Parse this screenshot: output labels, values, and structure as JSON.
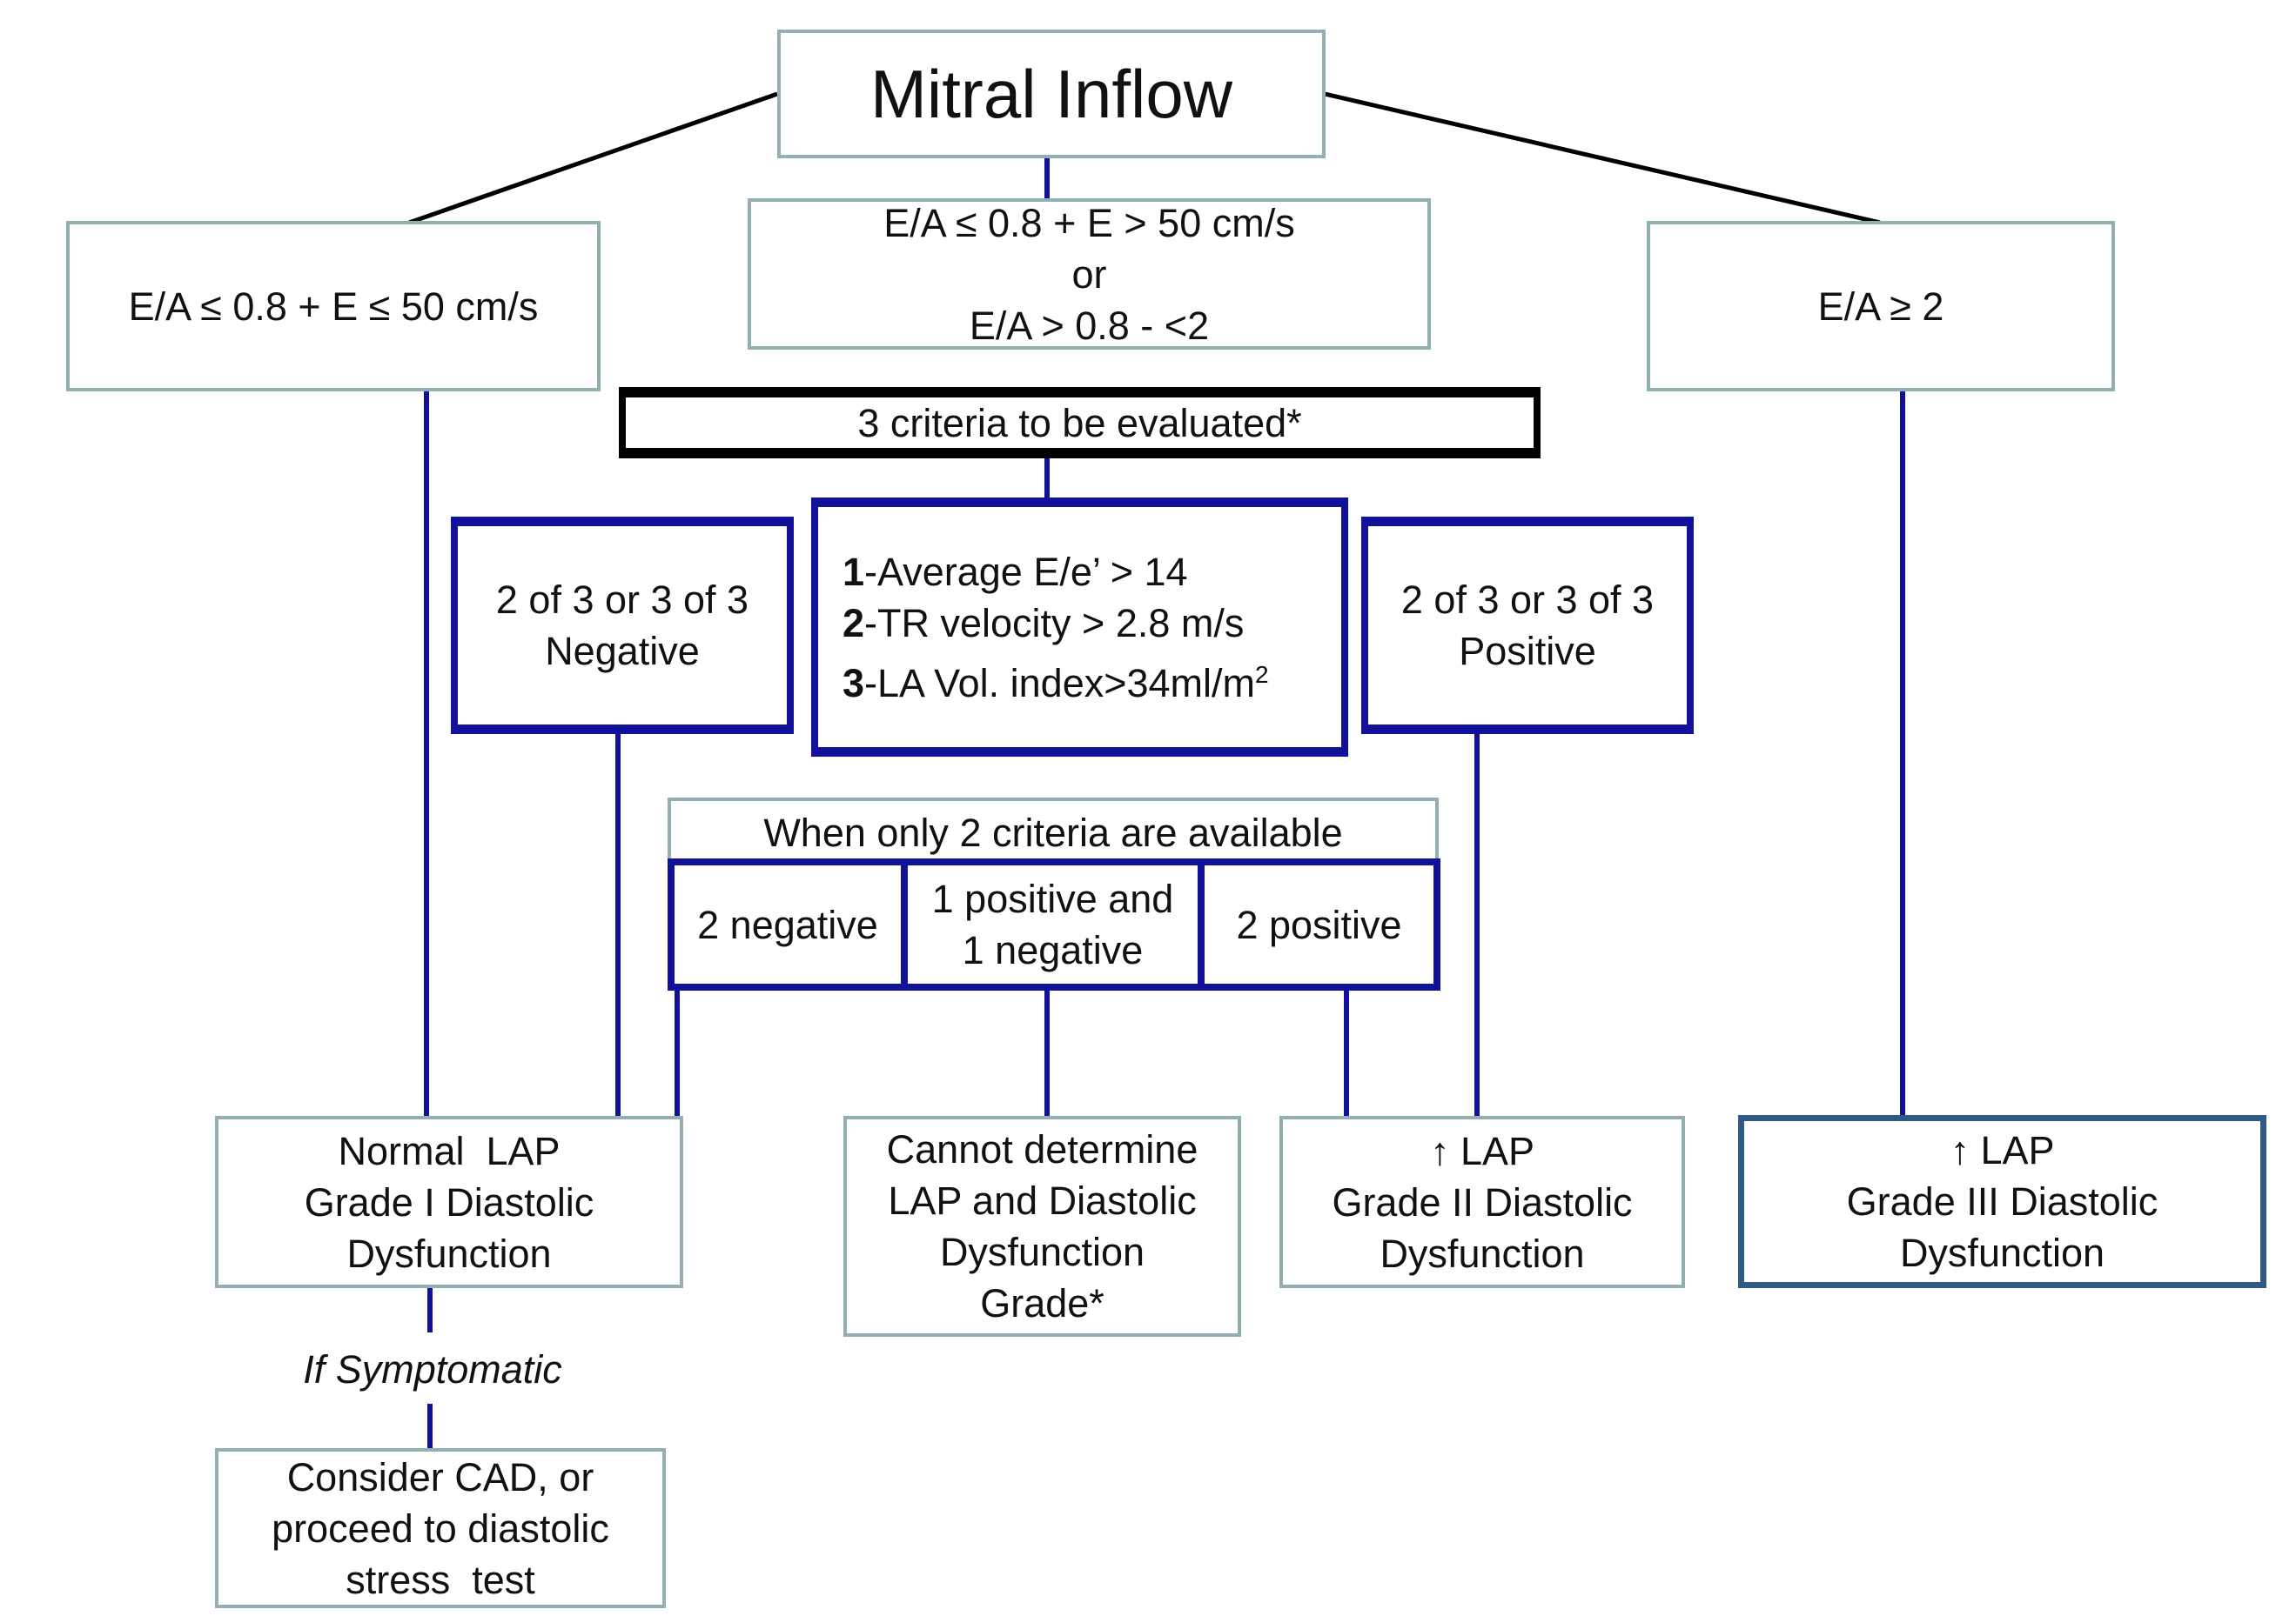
{
  "title": "Mitral Inflow",
  "branches": {
    "left": "E/A ≤ 0.8 + E ≤ 50 cm/s",
    "middle": [
      "E/A ≤ 0.8 + E > 50 cm/s",
      "or",
      "E/A > 0.8 - <2"
    ],
    "right": "E/A ≥ 2"
  },
  "criteria_header": "3 criteria to be evaluated*",
  "criteria": [
    {
      "num": "1",
      "text": "-Average E/e’ > 14"
    },
    {
      "num": "2",
      "text": "-TR velocity > 2.8 m/s"
    },
    {
      "num": "3",
      "text": "-LA Vol. index>34ml/m",
      "sup": "2"
    }
  ],
  "negative_box": [
    "2 of 3 or 3 of 3",
    "Negative"
  ],
  "positive_box": [
    "2 of 3 or 3 of 3",
    "Positive"
  ],
  "two_criteria": {
    "header": "When only 2 criteria are available",
    "options": [
      [
        "2 negative"
      ],
      [
        "1 positive and",
        "1 negative"
      ],
      [
        "2 positive"
      ]
    ]
  },
  "outcomes": {
    "normal": [
      "Normal  LAP",
      "Grade I Diastolic",
      "Dysfunction"
    ],
    "indeterminate": [
      "Cannot determine",
      "LAP and Diastolic",
      "Dysfunction",
      "Grade*"
    ],
    "grade2": [
      "↑ LAP",
      "Grade II Diastolic",
      "Dysfunction"
    ],
    "grade3": [
      "↑ LAP",
      "Grade III Diastolic",
      "Dysfunction"
    ]
  },
  "if_symptomatic": "If Symptomatic",
  "symptomatic_action": [
    "Consider CAD, or",
    "proceed to diastolic",
    "stress  test"
  ],
  "colors": {
    "navy": "#11119a",
    "grey_border": "#93afb2",
    "steel_border": "#2e5a86",
    "black": "#000000"
  }
}
